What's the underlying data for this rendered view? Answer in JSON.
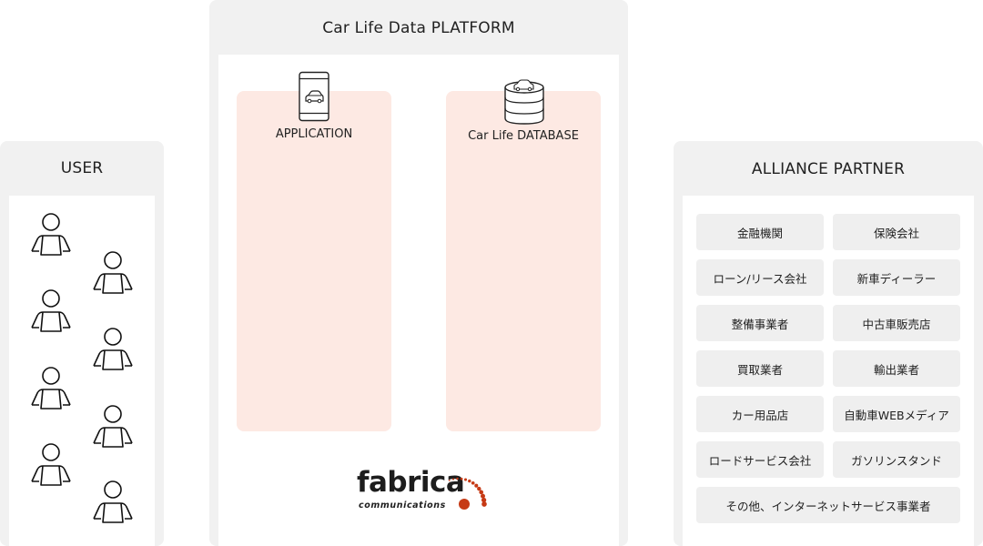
{
  "user": {
    "title": "USER",
    "person_count": 8
  },
  "platform": {
    "title": "Car Life Data PLATFORM",
    "application_label": "APPLICATION",
    "database_label": "Car Life DATABASE",
    "logo_main": "fabrica",
    "logo_sub": "communications",
    "logo_color": "#c63a15"
  },
  "alliance": {
    "title": "ALLIANCE PARTNER",
    "items": [
      "金融機関",
      "保険会社",
      "ローン/リース会社",
      "新車ディーラー",
      "整備事業者",
      "中古車販売店",
      "買取業者",
      "輸出業者",
      "カー用品店",
      "自動車WEBメディア",
      "ロードサービス会社",
      "ガソリンスタンド",
      "その他、インターネットサービス事業者"
    ]
  },
  "colors": {
    "panel_bg": "#f1f1f1",
    "column_bg": "#fde9e3",
    "item_bg": "#efefef"
  }
}
